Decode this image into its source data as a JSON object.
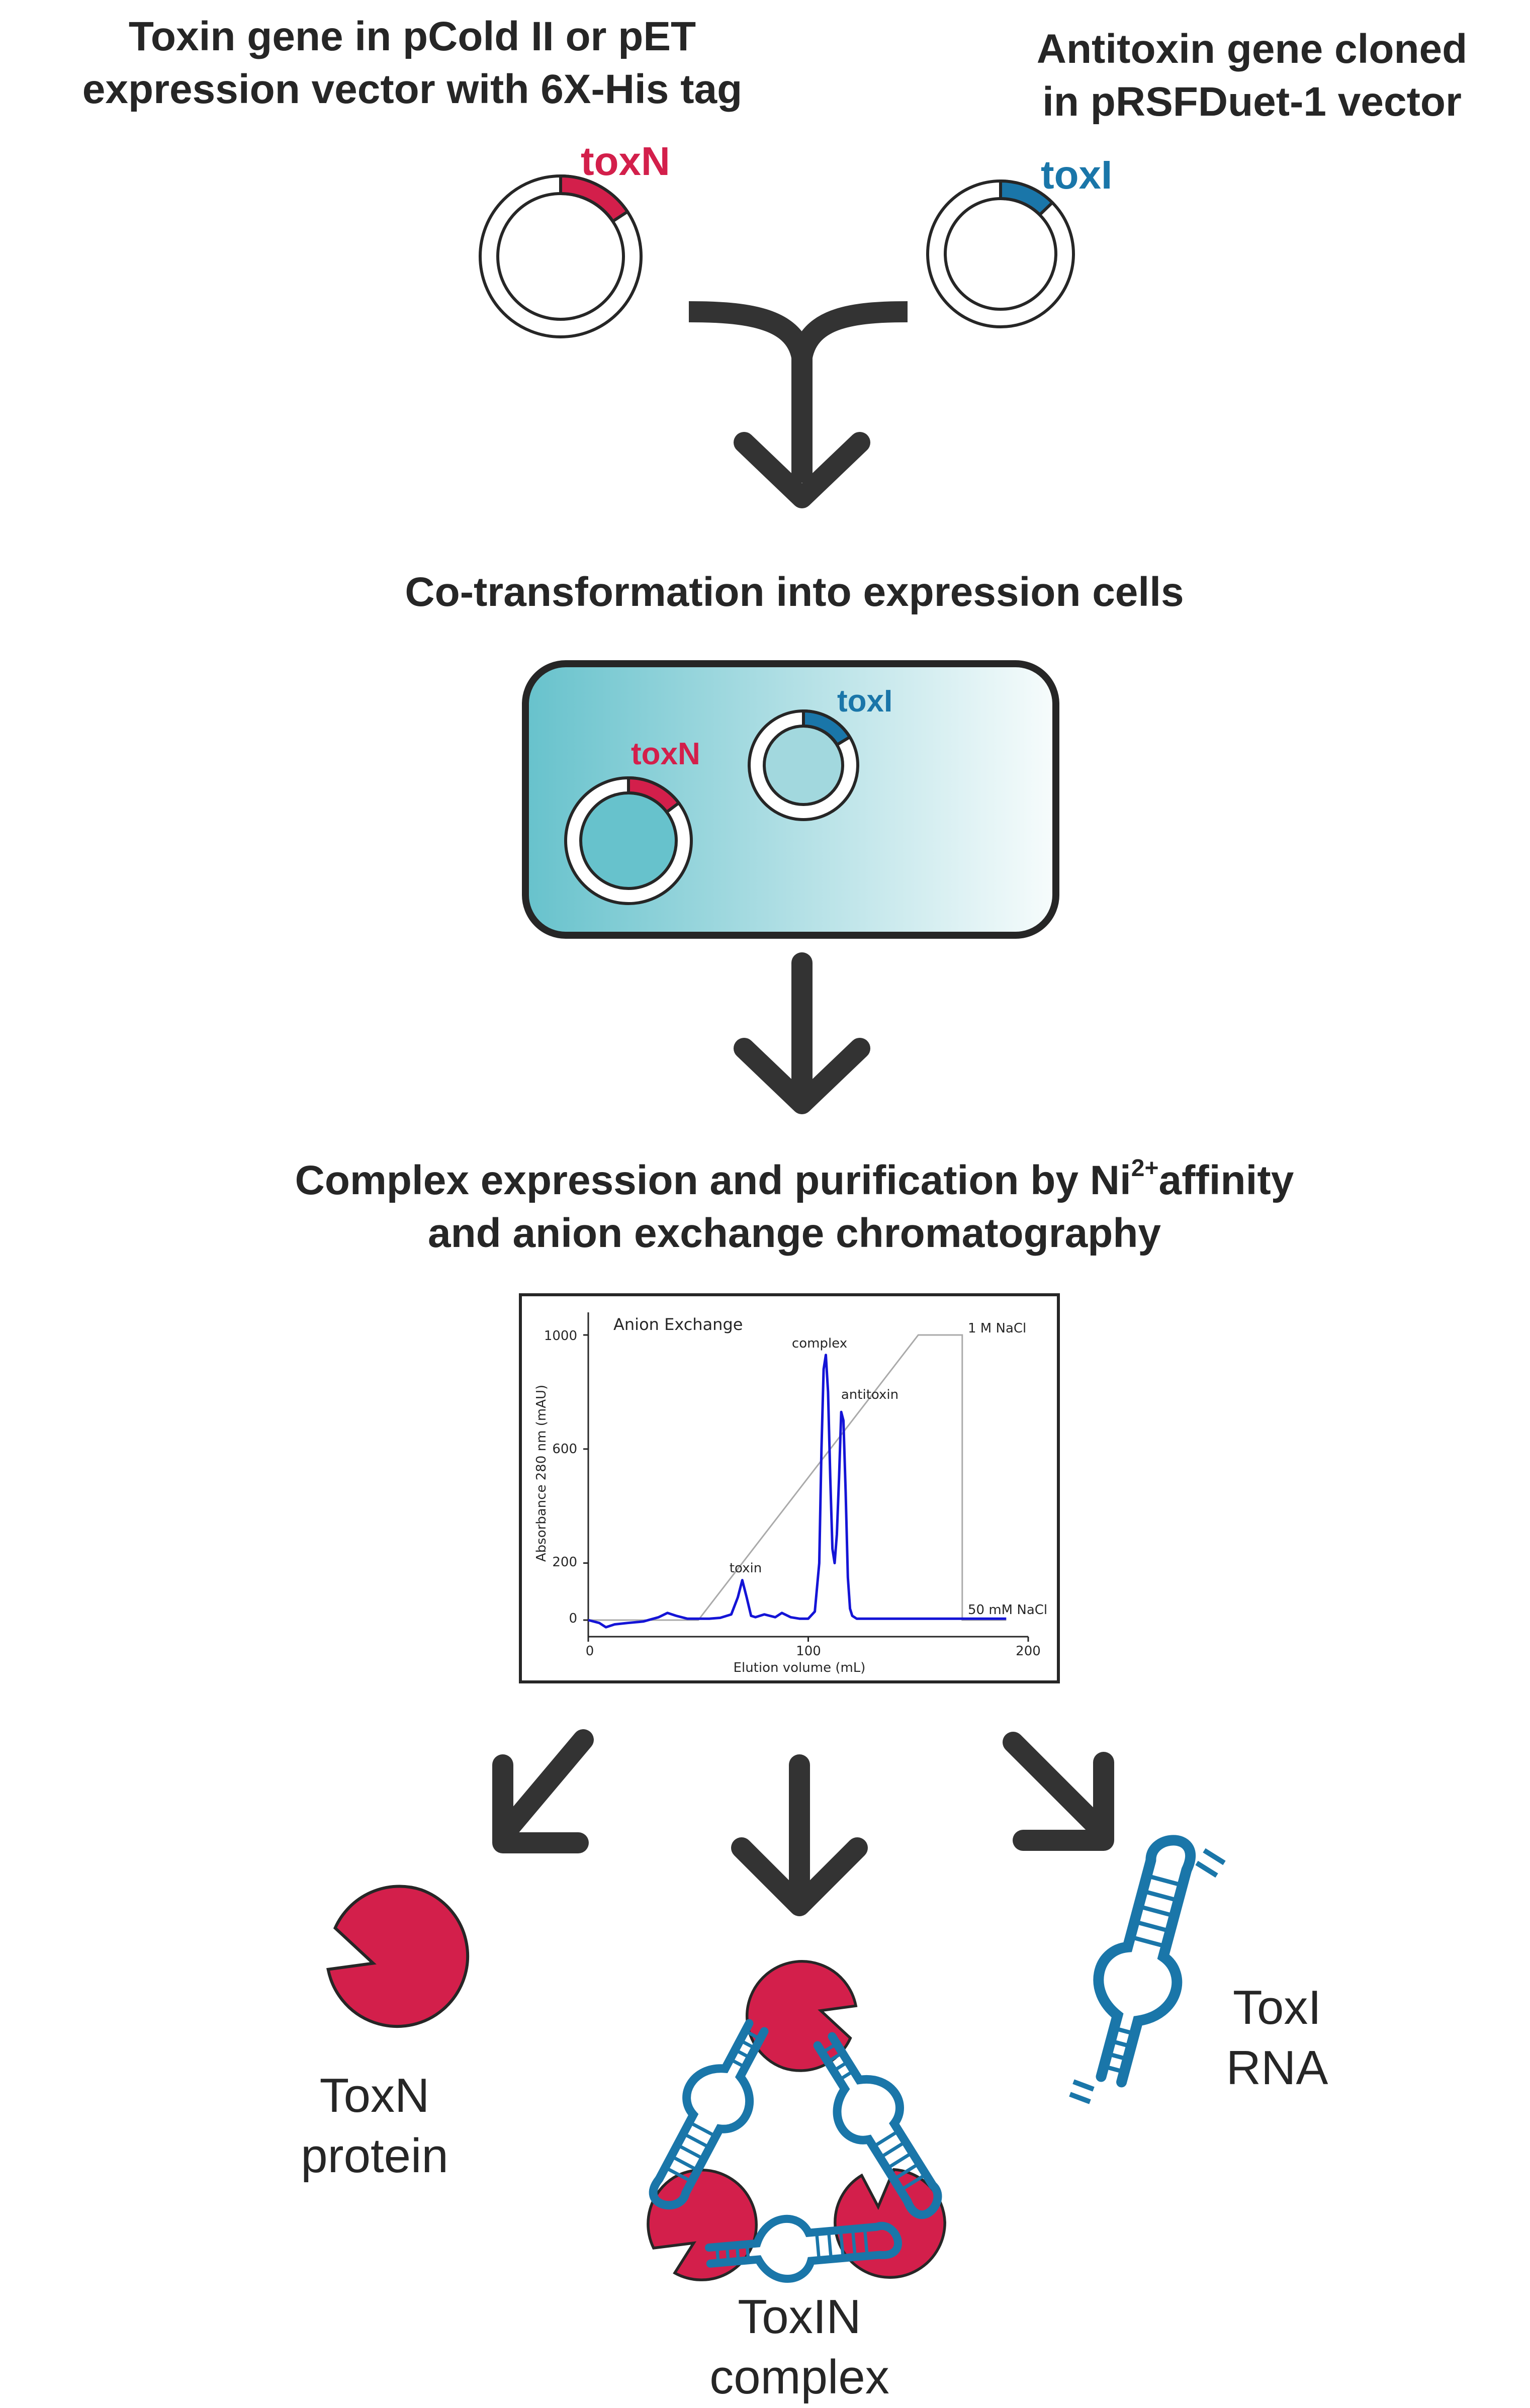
{
  "colors": {
    "toxn": "#d31f4b",
    "toxi": "#1a76a9",
    "text": "#262626",
    "arrow": "#333333",
    "cell_teal": "#67c2cc",
    "chrom_trace": "#1414d6",
    "gradient_line": "#aaaaaa"
  },
  "headings": {
    "toxin_vector_line1": "Toxin gene in pCold II or pET",
    "toxin_vector_line2": "expression vector with 6X-His tag",
    "antitoxin_vector_line1": "Antitoxin gene cloned",
    "antitoxin_vector_line2": "in pRSFDuet-1 vector",
    "cotransformation": "Co-transformation into expression cells",
    "purification_line1_pre": "Complex expression and purification by Ni",
    "purification_superscript": "2+",
    "purification_line1_post": "affinity",
    "purification_line2": "and anion exchange chromatography"
  },
  "gene_labels": {
    "toxN": "toxN",
    "toxI": "toxI"
  },
  "chromatogram": {
    "title": "Anion Exchange",
    "ylabel": "Absorbance 280 nm (mAU)",
    "xlabel": "Elution volume (mL)",
    "ytick_labels": [
      "0",
      "200",
      "600",
      "1000"
    ],
    "xtick_labels": [
      "0",
      "100",
      "200"
    ],
    "gradient_high_label": "1 M NaCl",
    "gradient_low_label": "50 mM NaCl",
    "peak_labels": [
      "toxin",
      "complex",
      "antitoxin"
    ]
  },
  "chart_data": {
    "type": "line",
    "title": "Anion Exchange",
    "xlabel": "Elution volume (mL)",
    "ylabel": "Absorbance 280 nm (mAU)",
    "xlim": [
      0,
      200
    ],
    "ylim": [
      -60,
      1080
    ],
    "xticks": [
      0,
      100,
      200
    ],
    "yticks": [
      0,
      200,
      600,
      1000
    ],
    "series": [
      {
        "x": [
          0,
          5,
          8,
          12,
          18,
          25,
          32,
          36,
          40,
          45,
          50,
          55,
          60,
          65,
          68,
          70,
          72,
          74,
          76,
          80,
          85,
          88,
          92,
          96,
          100,
          103,
          105,
          106,
          107,
          108,
          109,
          110,
          111,
          112,
          113,
          114,
          115,
          116,
          117,
          118,
          119,
          120,
          122,
          125,
          130,
          140,
          150,
          160,
          170,
          190
        ],
        "y": [
          0,
          -10,
          -25,
          -15,
          -10,
          -5,
          10,
          25,
          15,
          5,
          5,
          5,
          8,
          20,
          80,
          140,
          80,
          15,
          10,
          20,
          10,
          25,
          10,
          5,
          5,
          30,
          200,
          600,
          880,
          930,
          800,
          500,
          250,
          200,
          300,
          500,
          730,
          700,
          450,
          150,
          40,
          15,
          5,
          5,
          5,
          5,
          5,
          5,
          5,
          5
        ]
      },
      {
        "x": [
          0,
          45,
          50,
          150,
          170,
          170,
          190
        ],
        "y": [
          0,
          0,
          0,
          1000,
          1000,
          0,
          0
        ]
      }
    ],
    "annotations": [
      {
        "text": "toxin",
        "x": 71,
        "y": 140
      },
      {
        "text": "complex",
        "x": 108,
        "y": 930
      },
      {
        "text": "antitoxin",
        "x": 116,
        "y": 730
      },
      {
        "text": "1 M NaCl",
        "x": 170,
        "y": 1000
      },
      {
        "text": "50 mM NaCl",
        "x": 170,
        "y": 0
      }
    ]
  },
  "outputs": {
    "toxn_protein_line1": "ToxN",
    "toxn_protein_line2": "protein",
    "toxin_complex_line1": "ToxIN",
    "toxin_complex_line2": "complex",
    "toxi_rna_line1": "ToxI",
    "toxi_rna_line2": "RNA"
  }
}
